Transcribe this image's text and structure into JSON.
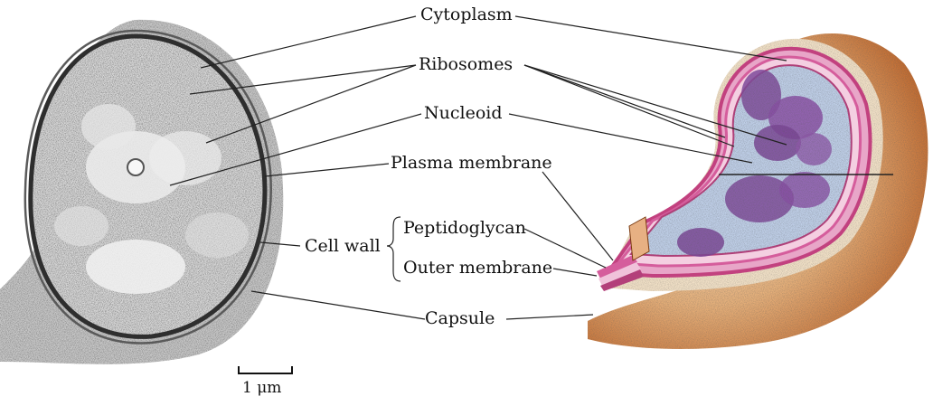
{
  "labels": {
    "cytoplasm": "Cytoplasm",
    "ribosomes": "Ribosomes",
    "nucleoid": "Nucleoid",
    "plasma_membrane": "Plasma membrane",
    "cell_wall": "Cell wall",
    "peptidoglycan": "Peptidoglycan",
    "outer_membrane": "Outer membrane",
    "capsule": "Capsule",
    "scale_bar": "1 μm"
  },
  "colors": {
    "micrograph_background": "#cfcfcf",
    "micrograph_dark": "#3a3a3a",
    "capsule_outer": "#c9742c",
    "capsule_light": "#f2dcc0",
    "membrane_pink": "#d55d9c",
    "cytoplasm_blue": "#bfcfe8",
    "nucleoid_purple": "#7e4a9a"
  }
}
